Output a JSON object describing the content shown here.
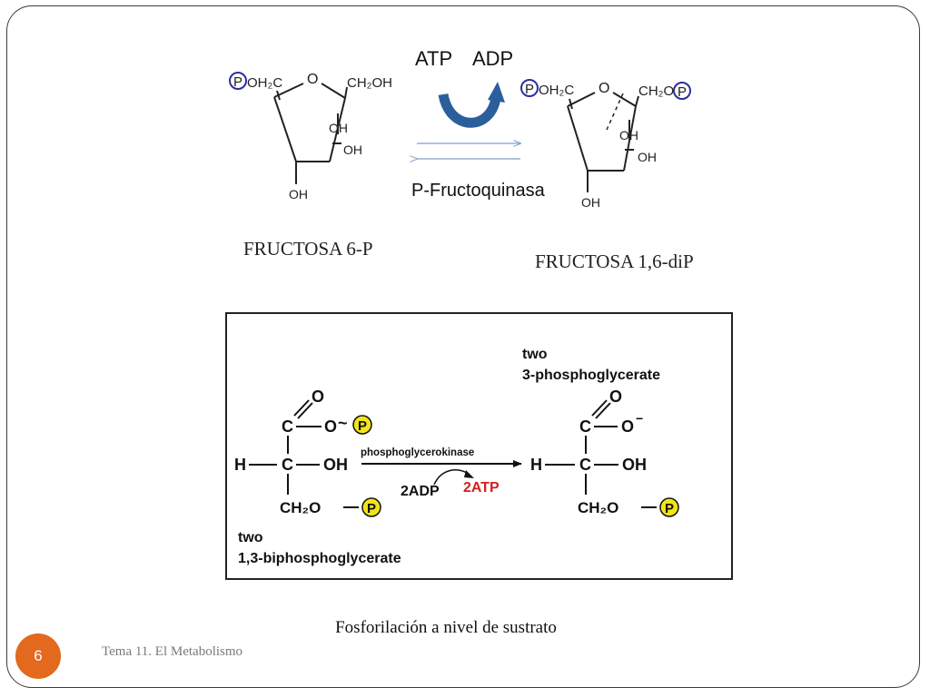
{
  "reaction1": {
    "substrate": {
      "group_left": "OH₂C",
      "group_right": "CH₂OH",
      "oh_upper": "OH",
      "oh_lower": "OH",
      "oh_bottom": "OH",
      "ring_oxygen": "O",
      "phosphate": "P",
      "name": "FRUCTOSA 6-P"
    },
    "cofactor_in": "ATP",
    "cofactor_out": "ADP",
    "enzyme": "P-Fructoquinasa",
    "product": {
      "group_left": "OH₂C",
      "group_right": "CH₂O",
      "oh_upper": "OH",
      "oh_lower": "OH",
      "oh_bottom": "OH",
      "ring_oxygen": "O",
      "phosphate": "P",
      "name": "FRUCTOSA 1,6-diP"
    }
  },
  "reaction2": {
    "substrate": {
      "count": "two",
      "name": "1,3-biphosphoglycerate",
      "carbonyl_o": "O",
      "carbon": "C",
      "ester_o": "O",
      "tilde": "~",
      "phosphate": "P",
      "h": "H",
      "oh": "OH",
      "ch2o": "CH₂O"
    },
    "enzyme": "phosphoglycerokinase",
    "cofactor_in": "2ADP",
    "cofactor_out": "2ATP",
    "product": {
      "count": "two",
      "name": "3-phosphoglycerate",
      "carbonyl_o": "O",
      "carbon": "C",
      "carboxylate_o": "O",
      "minus": "−",
      "phosphate": "P",
      "h": "H",
      "oh": "OH",
      "ch2o": "CH₂O"
    }
  },
  "caption": "Fosforilación a nivel de sustrato",
  "footer": {
    "title": "Tema 11. El Metabolismo",
    "page_number": "6"
  },
  "colors": {
    "phosphate_circle": "#2b2fa0",
    "phosphate_badge": "#f2e418",
    "curved_arrow": "#2a5f9c",
    "thin_arrows": "#7f9fc8",
    "atp_red": "#d42020",
    "page_badge": "#e2691d"
  }
}
